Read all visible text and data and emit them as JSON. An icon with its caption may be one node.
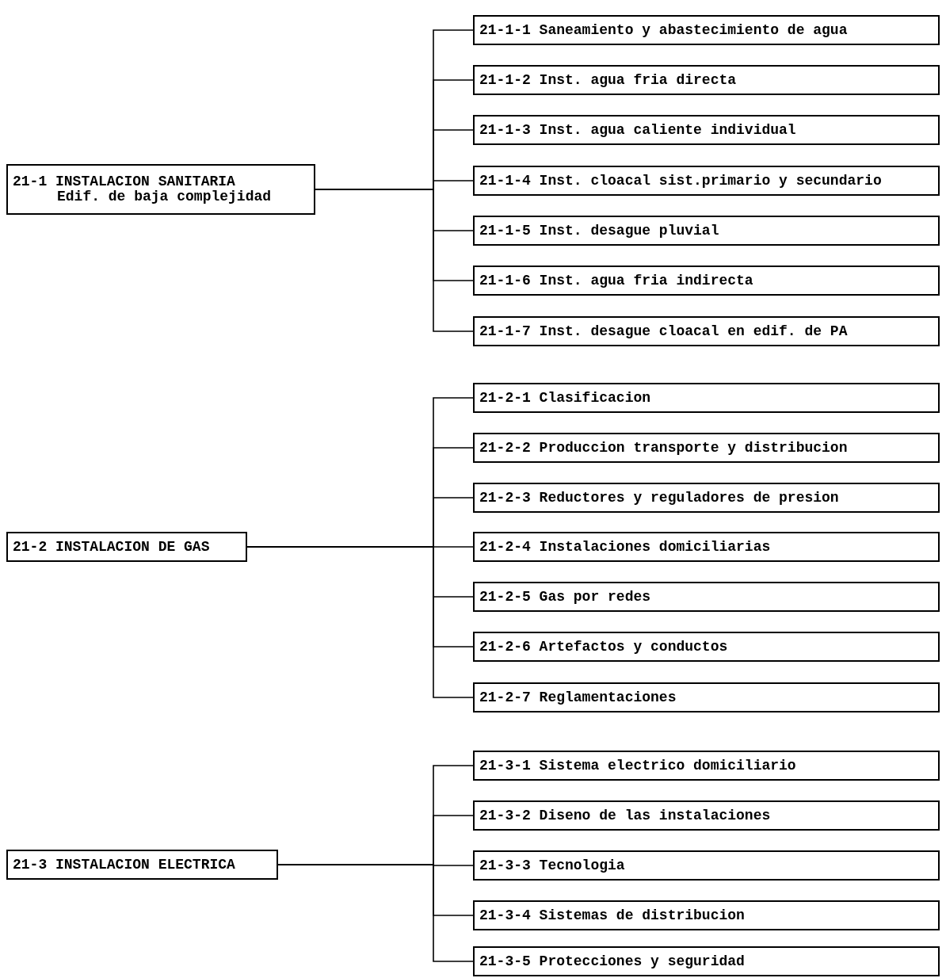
{
  "diagram": {
    "nodes": [
      {
        "text": [
          "21-1 INSTALACION SANITARIA",
          "Edif. de baja complejidad"
        ]
      },
      {
        "text": [
          "21-1-1 Saneamiento y abastecimiento de agua"
        ]
      },
      {
        "text": [
          "21-1-2 Inst. agua fria directa"
        ]
      },
      {
        "text": [
          "21-1-3 Inst. agua caliente individual"
        ]
      },
      {
        "text": [
          "21-1-4 Inst. cloacal sist.primario y secundario"
        ]
      },
      {
        "text": [
          "21-1-5 Inst. desague pluvial"
        ]
      },
      {
        "text": [
          "21-1-6 Inst. agua fria indirecta"
        ]
      },
      {
        "text": [
          "21-1-7 Inst. desague cloacal en edif. de PA"
        ]
      },
      {
        "text": [
          "21-2 INSTALACION DE GAS"
        ]
      },
      {
        "text": [
          "21-2-1 Clasificacion"
        ]
      },
      {
        "text": [
          "21-2-2 Produccion transporte y distribucion"
        ]
      },
      {
        "text": [
          "21-2-3 Reductores y reguladores de presion"
        ]
      },
      {
        "text": [
          "21-2-4 Instalaciones domiciliarias"
        ]
      },
      {
        "text": [
          "21-2-5 Gas por redes"
        ]
      },
      {
        "text": [
          "21-2-6 Artefactos y conductos"
        ]
      },
      {
        "text": [
          "21-2-7 Reglamentaciones"
        ]
      },
      {
        "text": [
          "21-3 INSTALACION ELECTRICA"
        ]
      },
      {
        "text": [
          "21-3-1 Sistema electrico domiciliario"
        ]
      },
      {
        "text": [
          "21-3-2 Diseno de las instalaciones"
        ]
      },
      {
        "text": [
          "21-3-3 Tecnologia"
        ]
      },
      {
        "text": [
          "21-3-4 Sistemas de distribucion"
        ]
      },
      {
        "text": [
          "21-3-5 Protecciones y seguridad"
        ]
      }
    ],
    "edges": [
      {
        "from": 0,
        "to": 1,
        "arrow": "none"
      },
      {
        "from": 0,
        "to": 2,
        "arrow": "none"
      },
      {
        "from": 0,
        "to": 3,
        "arrow": "none"
      },
      {
        "from": 0,
        "to": 4,
        "arrow": "none"
      },
      {
        "from": 0,
        "to": 5,
        "arrow": "none"
      },
      {
        "from": 0,
        "to": 6,
        "arrow": "none"
      },
      {
        "from": 0,
        "to": 7,
        "arrow": "none"
      },
      {
        "from": 8,
        "to": 9,
        "arrow": "none"
      },
      {
        "from": 8,
        "to": 10,
        "arrow": "none"
      },
      {
        "from": 8,
        "to": 11,
        "arrow": "none"
      },
      {
        "from": 8,
        "to": 12,
        "arrow": "none"
      },
      {
        "from": 8,
        "to": 13,
        "arrow": "none"
      },
      {
        "from": 8,
        "to": 14,
        "arrow": "none"
      },
      {
        "from": 8,
        "to": 15,
        "arrow": "none"
      },
      {
        "from": 16,
        "to": 17,
        "arrow": "none"
      },
      {
        "from": 16,
        "to": 18,
        "arrow": "none"
      },
      {
        "from": 16,
        "to": 19,
        "arrow": "none"
      },
      {
        "from": 16,
        "to": 20,
        "arrow": "none"
      },
      {
        "from": 16,
        "to": 21,
        "arrow": "none"
      }
    ]
  }
}
